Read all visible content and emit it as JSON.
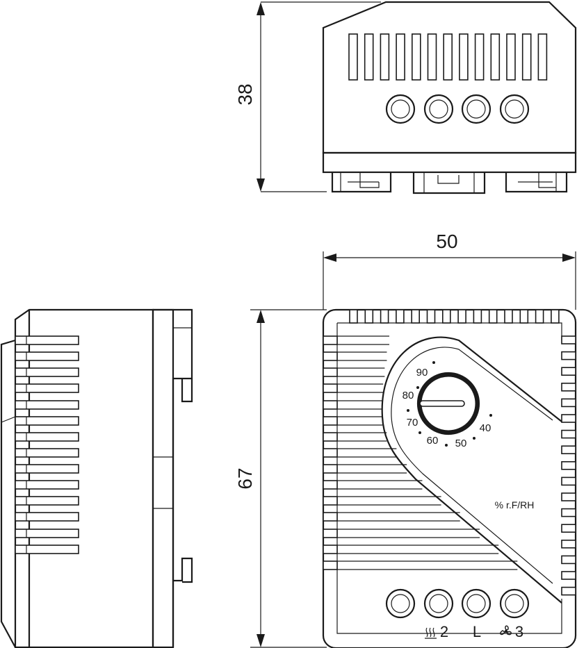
{
  "dimensions": {
    "height_top": "38",
    "width_front": "50",
    "height_front": "67"
  },
  "dial": {
    "scale": [
      "90",
      "80",
      "70",
      "60",
      "50",
      "40"
    ],
    "unit": "% r.F/RH"
  },
  "terminals": {
    "heater": "2",
    "line": "L",
    "fan": "3"
  },
  "icons": {
    "heater_symbol": "heater-icon",
    "fan_symbol": "fan-icon"
  }
}
